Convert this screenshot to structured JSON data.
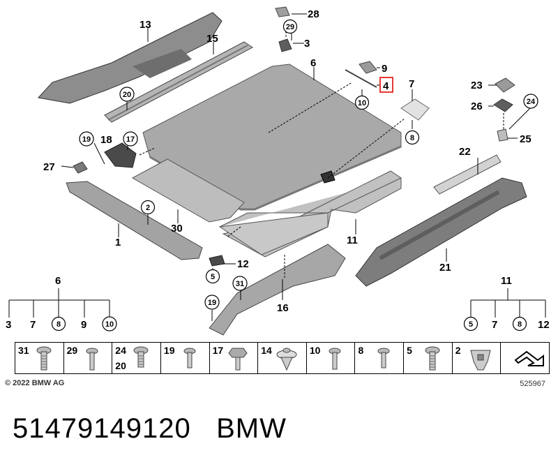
{
  "diagram": {
    "labels": {
      "n1": "1",
      "n2": "2",
      "n3": "3",
      "n4": "4",
      "n5": "5",
      "n6": "6",
      "n7": "7",
      "n8": "8",
      "n9": "9",
      "n10": "10",
      "n11": "11",
      "n12": "12",
      "n13": "13",
      "n15": "15",
      "n16": "16",
      "n17": "17",
      "n18": "18",
      "n19": "19",
      "n20": "20",
      "n21": "21",
      "n22": "22",
      "n23": "23",
      "n24": "24",
      "n25": "25",
      "n26": "26",
      "n27": "27",
      "n28": "28",
      "n29": "29",
      "n30": "30",
      "n31": "31"
    },
    "highlighted_part": "4",
    "highlight_color": "#e53935",
    "tree_left": {
      "root": "6",
      "children": [
        "3",
        "7",
        "8",
        "9",
        "10"
      ]
    },
    "tree_right": {
      "root": "11",
      "children": [
        "5",
        "7",
        "8",
        "12"
      ]
    }
  },
  "fasteners": [
    {
      "label": "31",
      "icon": "torx-bolt-icon"
    },
    {
      "label": "29",
      "icon": "bolt-icon"
    },
    {
      "label": "24",
      "label2": "20",
      "icon": "torx-bolt-icon"
    },
    {
      "label": "19",
      "icon": "bolt-icon"
    },
    {
      "label": "17",
      "icon": "hex-bolt-icon"
    },
    {
      "label": "14",
      "icon": "clip-icon"
    },
    {
      "label": "10",
      "icon": "bolt-icon"
    },
    {
      "label": "8",
      "icon": "bolt-icon"
    },
    {
      "label": "5",
      "icon": "torx-bolt-icon"
    },
    {
      "label": "2",
      "icon": "nut-clip-icon"
    },
    {
      "label": "",
      "icon": "arrow-icon"
    }
  ],
  "footer": {
    "copyright": "© 2022 BMW AG",
    "diagram_id": "525967",
    "part_number": "51479149120",
    "brand": "BMW"
  }
}
